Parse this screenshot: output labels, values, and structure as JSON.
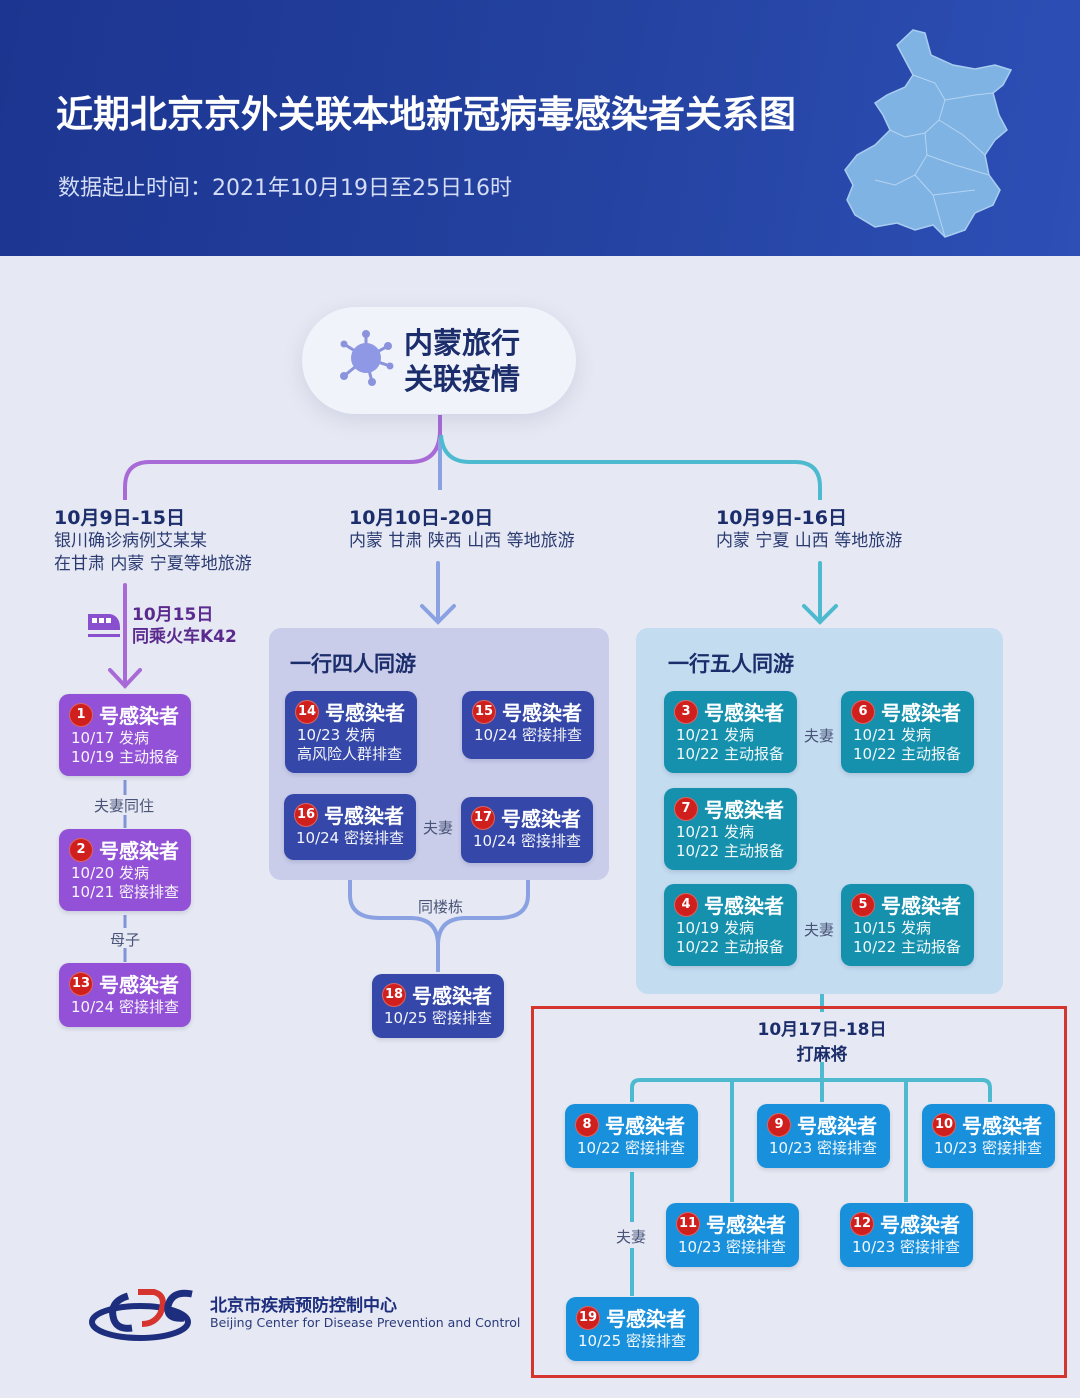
{
  "header": {
    "title": "近期北京京外关联本地新冠病毒感染者关系图",
    "subtitle": "数据起止时间：2021年10月19日至25日16时"
  },
  "topic": {
    "line1": "内蒙旅行",
    "line2": "关联疫情",
    "icon": "virus-icon"
  },
  "branches": [
    {
      "date": "10月9日-15日",
      "desc1": "银川确诊病例艾某某",
      "desc2": "在甘肃 内蒙 宁夏等地旅游",
      "color": "#a86ad6"
    },
    {
      "date": "10月10日-20日",
      "desc1": "内蒙 甘肃 陕西 山西 等地旅游",
      "color": "#8aa1e2"
    },
    {
      "date": "10月9日-16日",
      "desc1": "内蒙 宁夏 山西 等地旅游",
      "color": "#4dbad0"
    }
  ],
  "train": {
    "date": "10月15日",
    "desc": "同乘火车K42",
    "icon": "train-icon"
  },
  "groups": {
    "four": {
      "title": "一行四人同游"
    },
    "five": {
      "title": "一行五人同游"
    }
  },
  "label_suffix": "号感染者",
  "cases": {
    "c1": {
      "num": "1",
      "lines": [
        "10/17 发病",
        "10/19 主动报备"
      ]
    },
    "c2": {
      "num": "2",
      "lines": [
        "10/20 发病",
        "10/21 密接排查"
      ]
    },
    "c13": {
      "num": "13",
      "lines": [
        "10/24 密接排查"
      ]
    },
    "c14": {
      "num": "14",
      "lines": [
        "10/23 发病",
        "高风险人群排查"
      ]
    },
    "c15": {
      "num": "15",
      "lines": [
        "10/24 密接排查"
      ]
    },
    "c16": {
      "num": "16",
      "lines": [
        "10/24 密接排查"
      ]
    },
    "c17": {
      "num": "17",
      "lines": [
        "10/24 密接排查"
      ]
    },
    "c18": {
      "num": "18",
      "lines": [
        "10/25 密接排查"
      ]
    },
    "c3": {
      "num": "3",
      "lines": [
        "10/21 发病",
        "10/22 主动报备"
      ]
    },
    "c6": {
      "num": "6",
      "lines": [
        "10/21 发病",
        "10/22 主动报备"
      ]
    },
    "c7": {
      "num": "7",
      "lines": [
        "10/21 发病",
        "10/22 主动报备"
      ]
    },
    "c4": {
      "num": "4",
      "lines": [
        "10/19 发病",
        "10/22 主动报备"
      ]
    },
    "c5": {
      "num": "5",
      "lines": [
        "10/15 发病",
        "10/22 主动报备"
      ]
    },
    "c8": {
      "num": "8",
      "lines": [
        "10/22 密接排查"
      ]
    },
    "c9": {
      "num": "9",
      "lines": [
        "10/23 密接排查"
      ]
    },
    "c10": {
      "num": "10",
      "lines": [
        "10/23 密接排查"
      ]
    },
    "c11": {
      "num": "11",
      "lines": [
        "10/23 密接排查"
      ]
    },
    "c12": {
      "num": "12",
      "lines": [
        "10/23 密接排查"
      ]
    },
    "c19": {
      "num": "19",
      "lines": [
        "10/25 密接排查"
      ]
    }
  },
  "relations": {
    "r1_2": "夫妻同住",
    "r2_13": "母子",
    "r16_17": "夫妻",
    "r_building": "同楼栋",
    "r3_6": "夫妻",
    "r4_5": "夫妻",
    "r8_19": "夫妻"
  },
  "mahjong": {
    "date": "10月17日-18日",
    "desc": "打麻将"
  },
  "footer": {
    "org_cn": "北京市疾病预防控制中心",
    "org_en": "Beijing Center for Disease Prevention and Control",
    "logo": "cdc-logo"
  },
  "colors": {
    "header_bg": "#1c3590",
    "purple_card": "#9251d6",
    "navy_card": "#3547a8",
    "teal_card": "#1591ad",
    "blue_card": "#1890dc",
    "badge": "#d0201e",
    "highlight_box": "#d6342e"
  }
}
